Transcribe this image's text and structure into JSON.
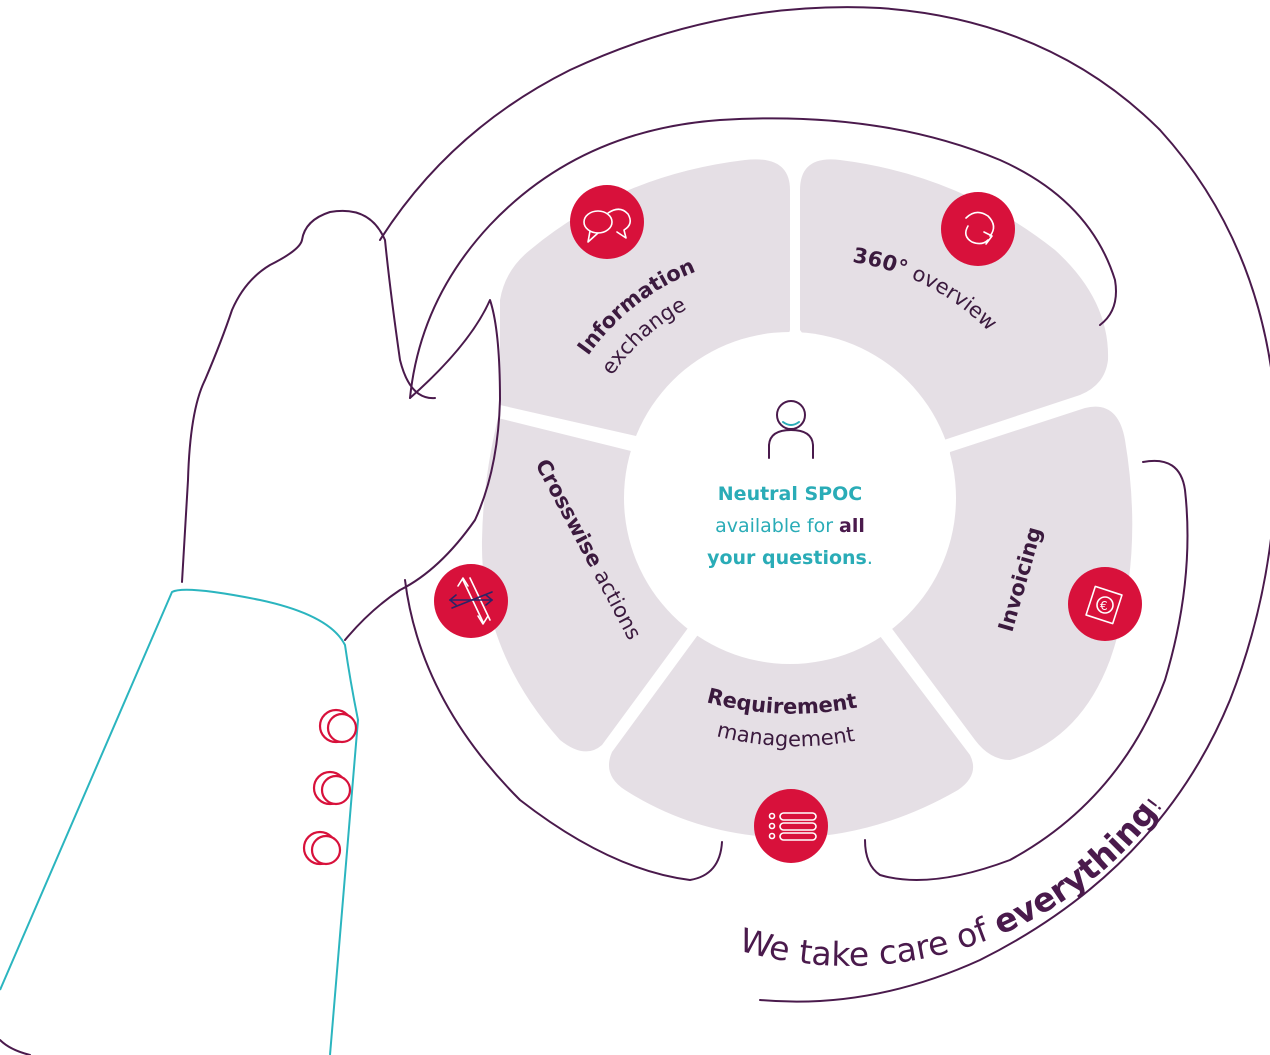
{
  "center": {
    "line1": "Neutral SPOC",
    "line2_prefix": "available for ",
    "line2_bold": "all",
    "line3_bold": "your questions",
    "line3_suffix": "."
  },
  "segments": {
    "information": {
      "bold": "Information",
      "light": "exchange",
      "icon": "chat-bubbles-icon"
    },
    "overview": {
      "bold": "360°",
      "light": " overview",
      "icon": "rotate-arrow-icon"
    },
    "invoicing": {
      "bold": "Invoicing",
      "light": "",
      "icon": "euro-note-icon"
    },
    "requirement": {
      "bold": "Requirement",
      "light": "management",
      "icon": "list-icon"
    },
    "crosswise": {
      "bold": "Crosswise",
      "light": " actions",
      "icon": "crossing-arrows-icon"
    }
  },
  "tagline": {
    "prefix": "We take care of ",
    "bold": "everything",
    "suffix": "!"
  },
  "colors": {
    "accent_red": "#d8113b",
    "teal": "#2aacb7",
    "purple": "#4a1a4c",
    "segment_fill": "#e5dfe5"
  }
}
